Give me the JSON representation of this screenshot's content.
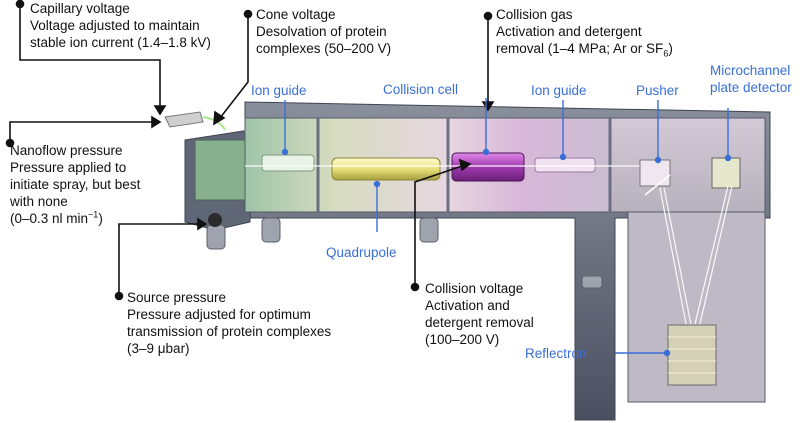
{
  "annotations": {
    "capillary": {
      "title": "Capillary voltage",
      "line1": "Voltage adjusted to maintain",
      "line2": "stable ion current (1.4–1.8 kV)"
    },
    "cone": {
      "title": "Cone voltage",
      "line1": "Desolvation of protein",
      "line2": "complexes (50–200 V)"
    },
    "gas": {
      "title": "Collision gas",
      "line1": "Activation and detergent",
      "line2_prefix": "removal (1–4 MPa; Ar or SF",
      "line2_sub": "6",
      "line2_suffix": ")"
    },
    "nanoflow": {
      "title": "Nanoflow pressure",
      "line1": "Pressure applied to",
      "line2": "initiate spray, but best",
      "line3": "with none",
      "line4_prefix": "(0–0.3 nl min",
      "line4_sup": "−1",
      "line4_suffix": ")"
    },
    "source": {
      "title": "Source pressure",
      "line1": "Pressure adjusted for optimum",
      "line2": "transmission of protein complexes",
      "line3": "(3–9 μbar)"
    },
    "collision_voltage": {
      "title": "Collision voltage",
      "line1": "Activation and",
      "line2": "detergent removal",
      "line3": "(100–200 V)"
    }
  },
  "components": {
    "ion_guide_1": "Ion guide",
    "collision_cell": "Collision cell",
    "ion_guide_2": "Ion guide",
    "pusher": "Pusher",
    "detector_line1": "Microchannel",
    "detector_line2": "plate detector",
    "quadrupole": "Quadrupole",
    "reflectron": "Reflectron"
  },
  "colors": {
    "label_blue": "#3a6fd8",
    "housing": "#5d6373",
    "interior": "#cdd0cf",
    "collision_cell": "#a03ab0",
    "quadrupole": "#e8e07a"
  }
}
